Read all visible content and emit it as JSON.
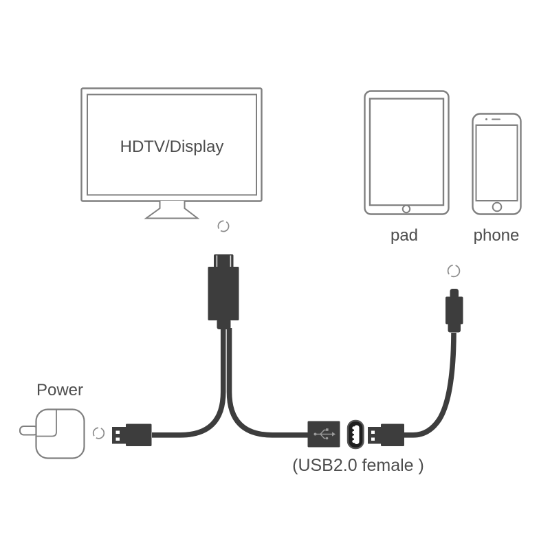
{
  "labels": {
    "display": "HDTV/Display",
    "pad": "pad",
    "phone": "phone",
    "power": "Power",
    "usb_female_note": "(USB2.0 female )"
  },
  "colors": {
    "background": "#ffffff",
    "outline": "#7f7f7f",
    "connector": "#3d3d3d",
    "dash": "#8a8a8a",
    "text": "#4d4d4d",
    "usb_icon": "#9a9a9a",
    "port_face": "#1f1f1f"
  },
  "figure": {
    "type": "product-connection-diagram",
    "devices": [
      "hdtv-display",
      "tablet",
      "smartphone",
      "power-adapter"
    ],
    "connectors": [
      "hdmi-male",
      "usb-a-male-power",
      "usb-a-female",
      "usb-port-face",
      "usb-a-male-phone",
      "lightning-male"
    ],
    "connection_points": 3
  }
}
